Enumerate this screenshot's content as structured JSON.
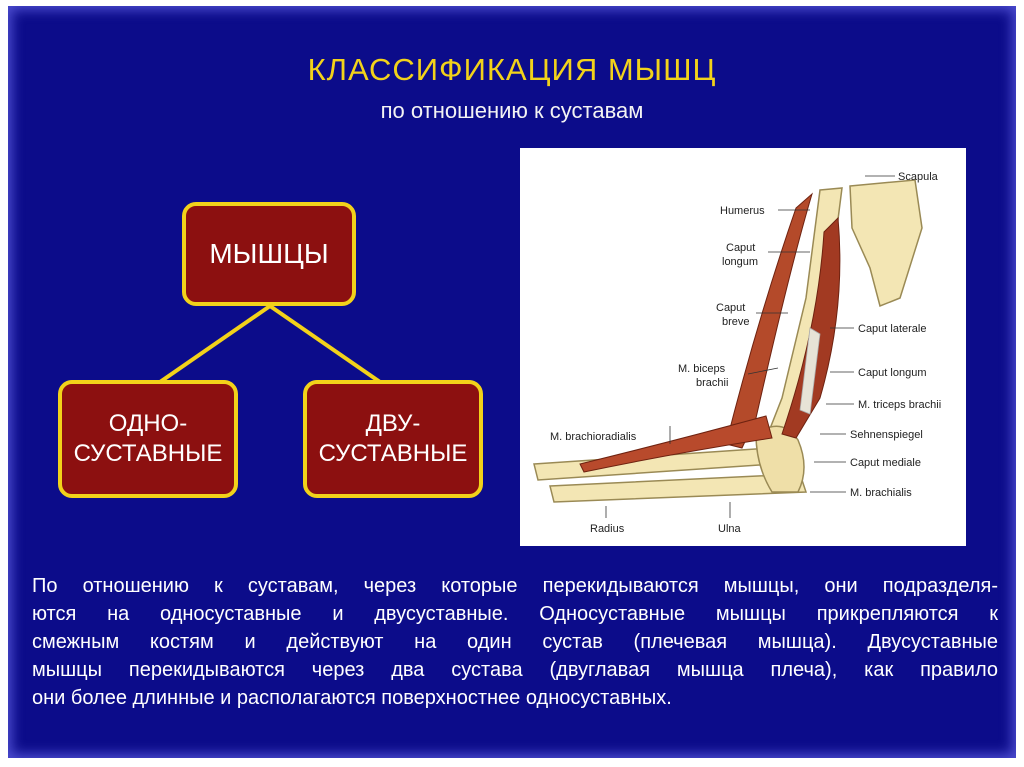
{
  "title": "КЛАССИФИКАЦИЯ МЫШЦ",
  "subtitle": "по отношению к суставам",
  "diagram": {
    "root": "МЫШЦЫ",
    "left_line1": "ОДНО-",
    "left_line2": "СУСТАВНЫЕ",
    "right_line1": "ДВУ-",
    "right_line2": "СУСТАВНЫЕ"
  },
  "figure_labels": {
    "scapula": "Scapula",
    "humerus": "Humerus",
    "caput_longum_1": "Caput",
    "caput_longum_2": "longum",
    "caput_breve_1": "Caput",
    "caput_breve_2": "breve",
    "biceps_1": "M. biceps",
    "biceps_2": "brachii",
    "brachioradialis": "M. brachioradialis",
    "radius": "Radius",
    "ulna": "Ulna",
    "caput_laterale": "Caput laterale",
    "caput_longum_r": "Caput longum",
    "triceps": "M. triceps brachii",
    "sehnenspiegel": "Sehnenspiegel",
    "caput_mediale": "Caput mediale",
    "brachialis": "M. brachialis"
  },
  "paragraph": [
    "По отношению к суставам, через которые перекидываются мышцы, они подразделя-",
    "ются на односуставные и двусуставные. Односуставные мышцы прикрепляются к",
    "смежным костям и действуют на один сустав (плечевая мышца). Двусуставные",
    "мышцы перекидываются через два сустава (двуглавая мышца плеча), как правило",
    "они более длинные и располагаются поверхностнее односуставных."
  ],
  "colors": {
    "background": "#0c0c8a",
    "title": "#f2d21a",
    "box_fill": "#8c1010",
    "box_border": "#f2d21a"
  }
}
